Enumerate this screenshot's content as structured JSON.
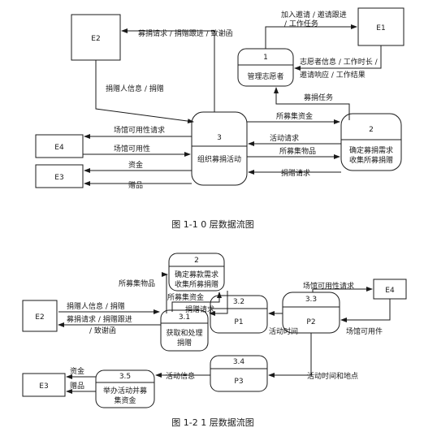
{
  "diagram1": {
    "caption": "图 1-1    0 层数据流图",
    "entities": {
      "e1": "E1",
      "e2": "E2",
      "e3": "E3",
      "e4": "E4"
    },
    "processes": {
      "p1": {
        "num": "1",
        "name": "管理志愿者"
      },
      "p2": {
        "num": "2",
        "name1": "确定募捐需求",
        "name2": "收集所募捐赠"
      },
      "p3": {
        "num": "3",
        "name": "组织募捐活动"
      }
    },
    "flows": {
      "mujuan_qingqiu_genjin_zhixie": "募捐请求 / 捐赠跟进 / 致谢函",
      "jiaru_yaoqing_1": "加入邀请 / 邀请跟进",
      "jiaru_yaoqing_2": "/ 工作任务",
      "zhiyuanzhe_xinxi_1": "志愿者信息 / 工作时长 /",
      "zhiyuanzhe_xinxi_2": "邀请响应 / 工作结果",
      "juanzengren_xinxi": "捐赠人信息 / 捐赠",
      "mujuan_renwu": "募捐任务",
      "changguan_qingqiu": "场馆可用性请求",
      "changguan_keyongxing": "场馆可用性",
      "suomu_zijin": "所募集资金",
      "huodong_qingqiu": "活动请求",
      "suomu_wupin": "所募集物品",
      "zijin": "资金",
      "juanpin": "赠品",
      "juanzeng_qingqiu": "捐赠请求"
    }
  },
  "diagram2": {
    "caption": "图 1-2    1 层数据流图",
    "entities": {
      "e2": "E2",
      "e3": "E3",
      "e4": "E4"
    },
    "processes": {
      "p2": {
        "num": "2",
        "name1": "确定募款需求",
        "name2": "收集所募捐赠"
      },
      "p31": {
        "num": "3.1",
        "name1": "获取和处理",
        "name2": "捐赠"
      },
      "p32": {
        "num": "3.2",
        "name": "P1"
      },
      "p33": {
        "num": "3.3",
        "name": "P2"
      },
      "p34": {
        "num": "3.4",
        "name": "P3"
      },
      "p35": {
        "num": "3.5",
        "name1": "举办活动并募",
        "name2": "集资金"
      }
    },
    "flows": {
      "suomu_wupin": "所募集物品",
      "suomu_zijin": "所募集资金",
      "juanzeng_qingqiu": "捐赠请求",
      "juanzengren_xinxi": "捐赠人信息 / 捐赠",
      "mujuan_qingqiu_1": "募捐请求 / 捐赠跟进",
      "mujuan_qingqiu_2": "/ 致谢函",
      "huodong_shijian": "活动时间",
      "changguan_qingqiu": "场馆可用性请求",
      "changguan_keyongjian": "场馆可用件",
      "huodong_shijian_didian": "活动时间和地点",
      "huodong_xinxi": "活动信息",
      "zijin": "资金",
      "juanpin": "赠品"
    }
  }
}
